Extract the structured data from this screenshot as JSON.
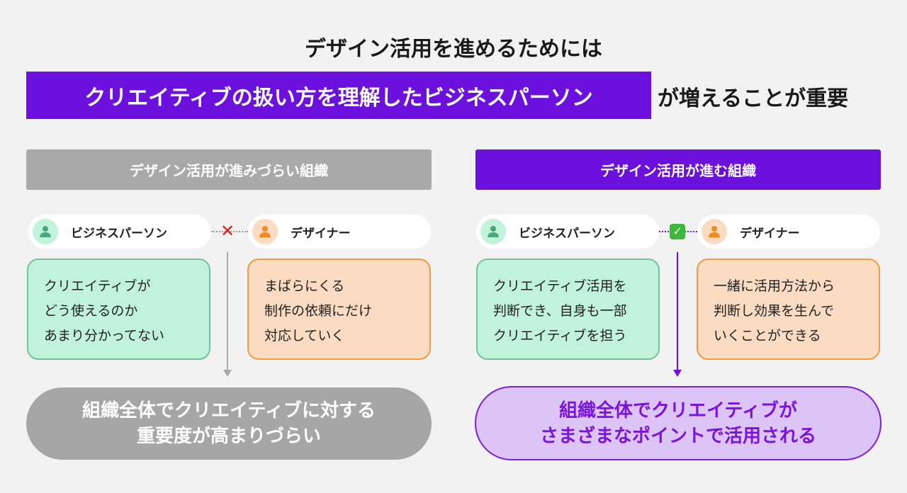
{
  "header": {
    "title": "デザイン活用を進めるためには",
    "highlight": "クリエイティブの扱い方を理解したビジネスパーソン",
    "suffix": "が増えることが重要"
  },
  "colors": {
    "purple": "#6b10dd",
    "gray": "#a9a9a9",
    "green": "#c1f3dc",
    "orange": "#fbdcc2"
  },
  "left": {
    "heading": "デザイン活用が進みづらい組織",
    "business_label": "ビジネスパーソン",
    "designer_label": "デザイナー",
    "connector_icon": "cross-mark-icon",
    "business_text": [
      "クリエイティブが",
      "どう使えるのか",
      "あまり分かってない"
    ],
    "designer_text": [
      "まばらにくる",
      "制作の依頼にだけ",
      "対応していく"
    ],
    "result": [
      "組織全体でクリエイティブに対する",
      "重要度が高まりづらい"
    ]
  },
  "right": {
    "heading": "デザイン活用が進む組織",
    "business_label": "ビジネスパーソン",
    "designer_label": "デザイナー",
    "connector_icon": "check-mark-icon",
    "business_text": [
      "クリエイティブ活用を",
      "判断でき、自身も一部",
      "クリエイティブを担う"
    ],
    "designer_text": [
      "一緒に活用方法から",
      "判断し効果を生んで",
      "いくことができる"
    ],
    "result": [
      "組織全体でクリエイティブが",
      "さまざまなポイントで活用される"
    ]
  }
}
